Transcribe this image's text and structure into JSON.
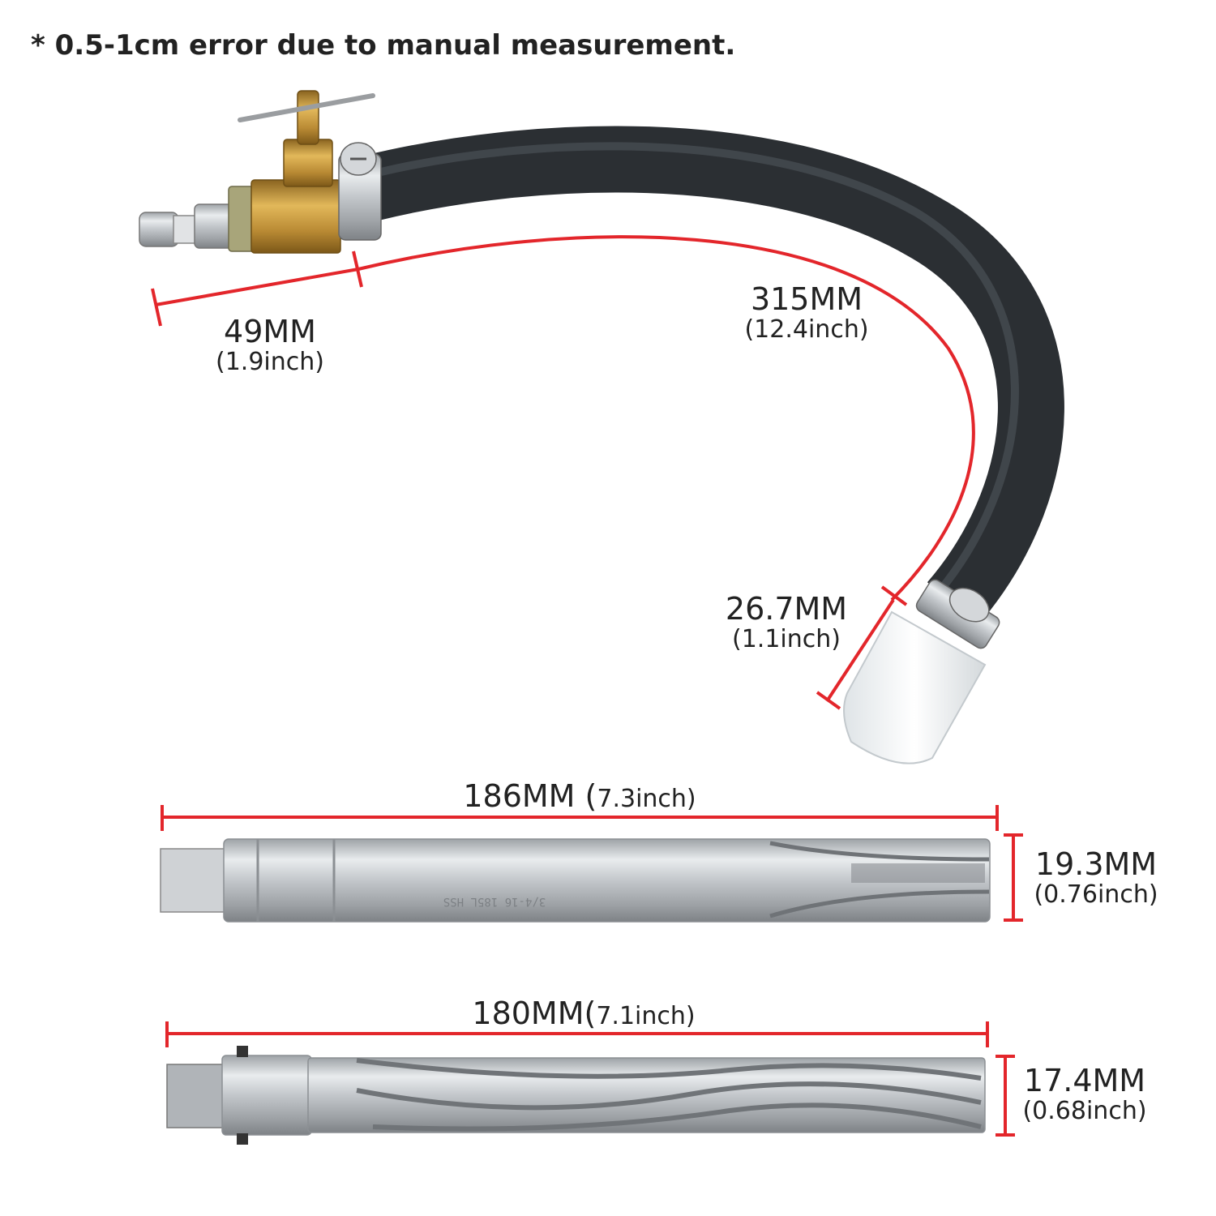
{
  "note": "* 0.5-1cm error due to manual measurement.",
  "measurements": {
    "valve_length": {
      "mm": "49MM",
      "inch": "(1.9inch)"
    },
    "hose_length": {
      "mm": "315MM",
      "inch": "(12.4inch)"
    },
    "plug_length": {
      "mm": "26.7MM",
      "inch": "(1.1inch)"
    },
    "tap_length": {
      "mm": "186MM (",
      "inch": "7.3inch)"
    },
    "tap_diameter": {
      "mm": "19.3MM",
      "inch": "(0.76inch)"
    },
    "reamer_length": {
      "mm": "180MM(",
      "inch": "7.1inch)"
    },
    "reamer_diameter": {
      "mm": "17.4MM",
      "inch": "(0.68inch)"
    }
  },
  "tap_engraving": "3/4-16 185L HSS",
  "colors": {
    "dimension_line": "#e3262b",
    "hose": "#2b2f33",
    "brass": "#c99b3c",
    "steel": "#c6c9cc",
    "plug": "#eef1f3"
  }
}
